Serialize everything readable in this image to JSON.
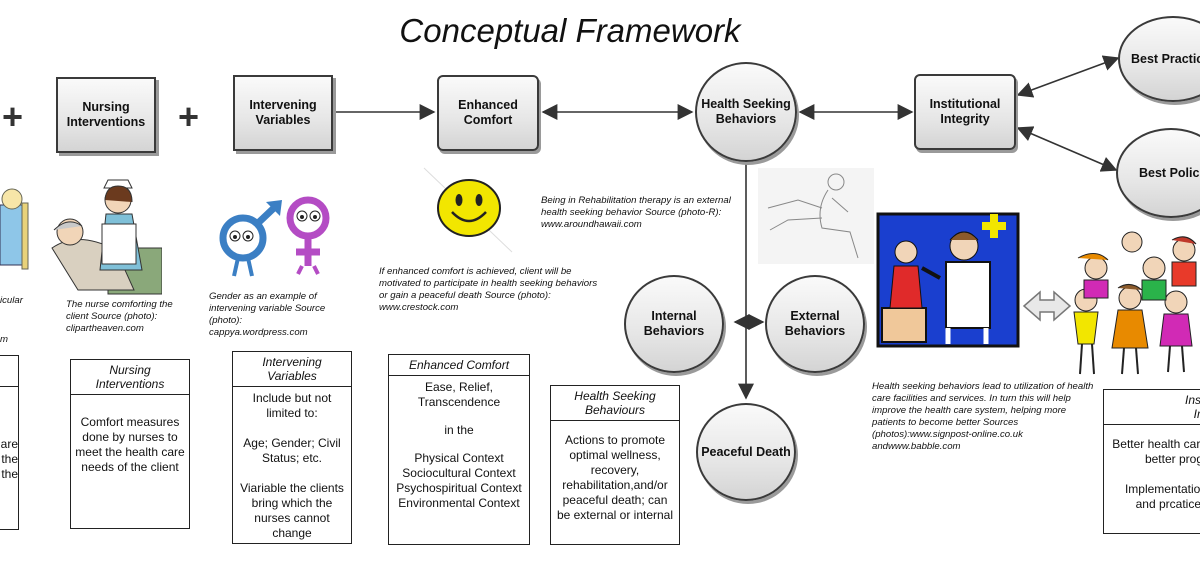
{
  "title": "Conceptual Framework",
  "nodes": {
    "nursing_interventions": "Nursing Interventions",
    "intervening_variables": "Intervening Variables",
    "enhanced_comfort": "Enhanced Comfort",
    "health_seeking_behaviors": "Health Seeking Behaviors",
    "institutional_integrity": "Institutional Integrity",
    "best_practices": "Best Practic",
    "best_policies": "Best Policie",
    "internal_behaviors": "Internal Behaviors",
    "external_behaviors": "External Behaviors",
    "peaceful_death": "Peaceful Death"
  },
  "plus_signs": [
    "+",
    "+"
  ],
  "captions": {
    "left_partial_1": "icular",
    "left_partial_2": "m",
    "nurse": "The nurse comforting the client Source (photo): clipartheaven.com",
    "gender": "Gender as an example of intervening variable Source (photo): cappya.wordpress.com",
    "comfort": "If enhanced comfort is achieved, client will be motivated to participate in health seeking behaviors or gain a peaceful death Source (photo): www.crestock.com",
    "rehab": "Being in Rehabilitation therapy is an external health seeking behavior Source (photo-R): www.aroundhawaii.com",
    "health_seeking": "Health seeking behaviors lead to utilization of health care facilities and services. In turn this will help improve the health care system, helping more patients to become better Sources (photos):www.signpost-online.co.uk andwww.babble.com"
  },
  "detail_boxes": {
    "left_partial": {
      "lines": [
        "are",
        "the",
        "the"
      ]
    },
    "nursing": {
      "header": "Nursing Interventions",
      "body": "Comfort measures done by nurses to meet the health care needs of the client"
    },
    "intervening": {
      "header": "Intervening Variables",
      "body1": "Include but not limited to:",
      "body2": "Age; Gender; Civil Status; etc.",
      "body3": "Viariable the clients bring which the nurses cannot change"
    },
    "comfort": {
      "header": "Enhanced Comfort",
      "line1": "Ease, Relief, Transcendence",
      "line2": "in the",
      "line3": "Physical Context",
      "line4": "Sociocultural Context",
      "line5": "Psychospiritual Context",
      "line6": "Environmental Context"
    },
    "health": {
      "header": "Health Seeking Behaviours",
      "body": "Actions to promote optimal wellness, recovery, rehabilitation,and/or peaceful death; can be external or internal"
    },
    "institutional": {
      "header1": "Insti",
      "header2": "Int",
      "body1": "Better health care",
      "body2": "better progr",
      "body3": "Implementation",
      "body4": "and prcatices"
    }
  },
  "colors": {
    "node_border": "#3a3a3a",
    "arrow": "#333333",
    "smiley": "#f2e600",
    "male_symbol": "#3b7fc4",
    "female_symbol": "#b44cc4",
    "doctor_bg": "#1a3fcf"
  }
}
